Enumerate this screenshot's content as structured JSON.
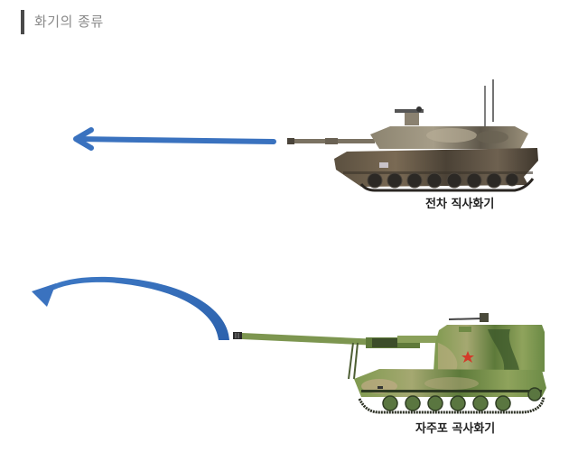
{
  "header": {
    "title": "화기의 종류"
  },
  "diagram": {
    "arrow_color": "#3a72bf",
    "items": [
      {
        "vehicle": "tank-icon",
        "caption": "전차 직사화기",
        "trajectory": "straight-arrow"
      },
      {
        "vehicle": "self-propelled-howitzer-icon",
        "caption": "자주포 곡사화기",
        "trajectory": "curved-arrow"
      }
    ]
  }
}
